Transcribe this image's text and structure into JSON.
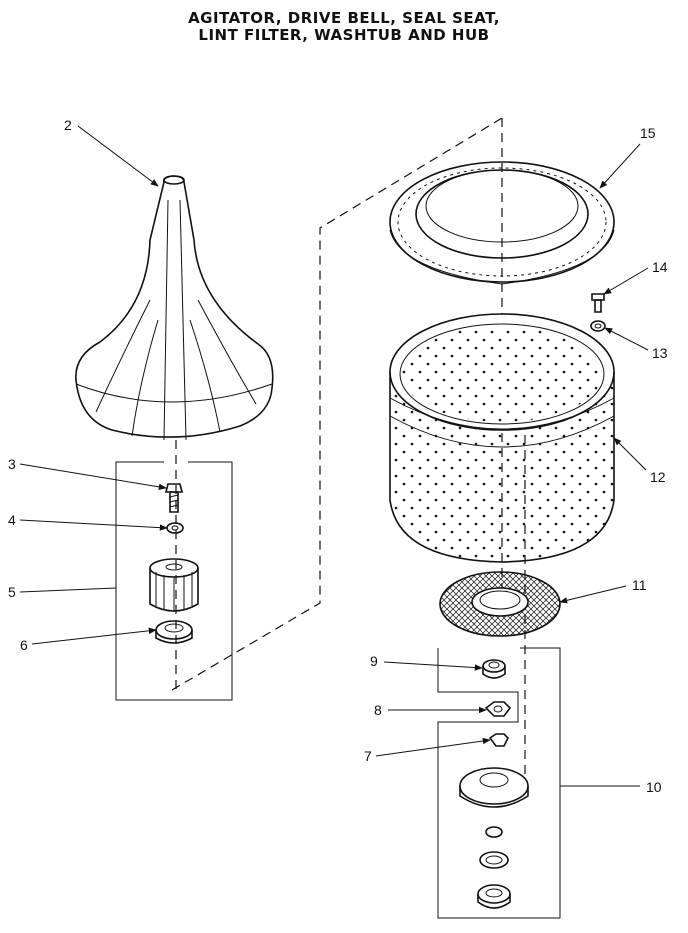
{
  "title": {
    "line1": "AGITATOR, DRIVE BELL, SEAL SEAT,",
    "line2": "LINT FILTER, WASHTUB AND HUB"
  },
  "callouts": {
    "c2": "2",
    "c3": "3",
    "c4": "4",
    "c5": "5",
    "c6": "6",
    "c7": "7",
    "c8": "8",
    "c9": "9",
    "c10": "10",
    "c11": "11",
    "c12": "12",
    "c13": "13",
    "c14": "14",
    "c15": "15"
  }
}
